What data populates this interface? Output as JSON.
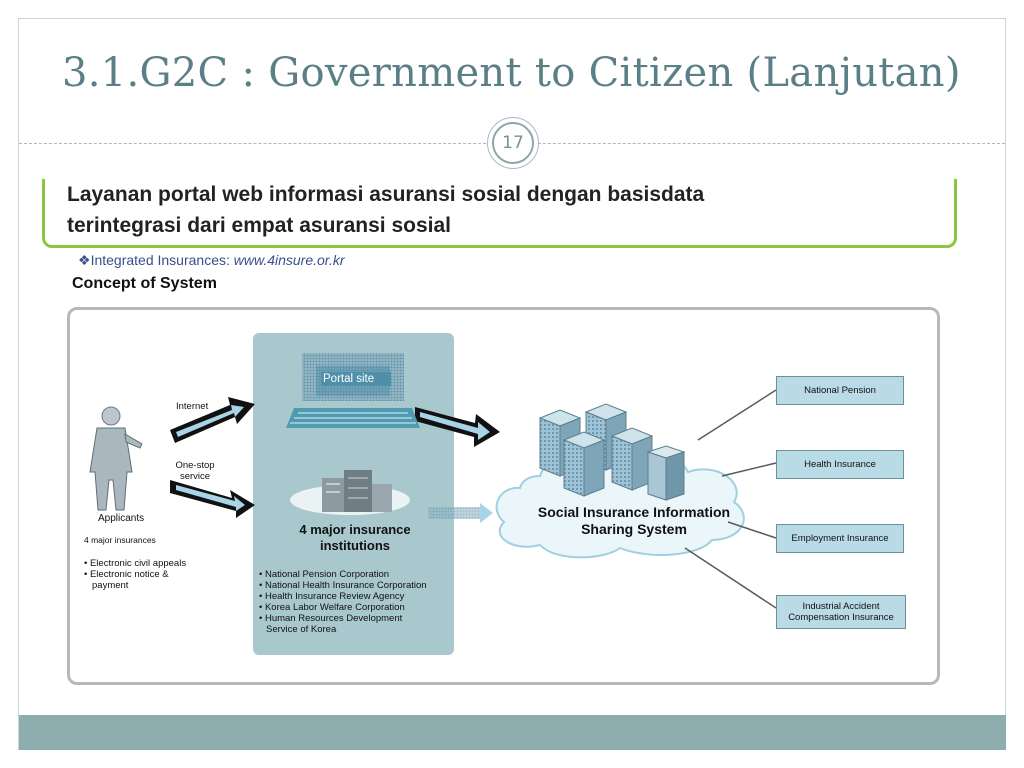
{
  "slide": {
    "title": "3.1.G2C : Government to Citizen (Lanjutan)",
    "page_number": "17"
  },
  "banner": {
    "line1": "Layanan portal web informasi asuransi sosial dengan basisdata",
    "line2": "terintegrasi dari empat asuransi sosial"
  },
  "integrated": {
    "bullet": "❖",
    "label": "Integrated Insurances: ",
    "url": "www.4insure.or.kr"
  },
  "concept_title": "Concept of System",
  "diagram": {
    "applicants_label": "Applicants",
    "internet_label": "Internet",
    "onestop_line1": "One-stop",
    "onestop_line2": "service",
    "four_major_label": "4 major insurances",
    "applicant_services": [
      "Electronic civil appeals",
      "Electronic notice  &",
      "payment"
    ],
    "portal_site_label": "Portal site",
    "institutions_line1": "4 major insurance",
    "institutions_line2": "institutions",
    "institutions": [
      "National Pension Corporation",
      "National Health Insurance Corporation",
      "Health Insurance Review Agency",
      "Korea Labor Welfare Corporation",
      "Human Resources Development",
      "Service of Korea"
    ],
    "system_line1": "Social Insurance Information",
    "system_line2": "Sharing System",
    "insurances": [
      "National Pension",
      "Health Insurance",
      "Employment Insurance",
      "Industrial Accident",
      "Compensation Insurance"
    ]
  },
  "colors": {
    "title": "#5b7f86",
    "banner_border": "#8cc63f",
    "panel": "#a9c8ce",
    "label_box": "#b9dbe6",
    "footer": "#8eadaf"
  }
}
